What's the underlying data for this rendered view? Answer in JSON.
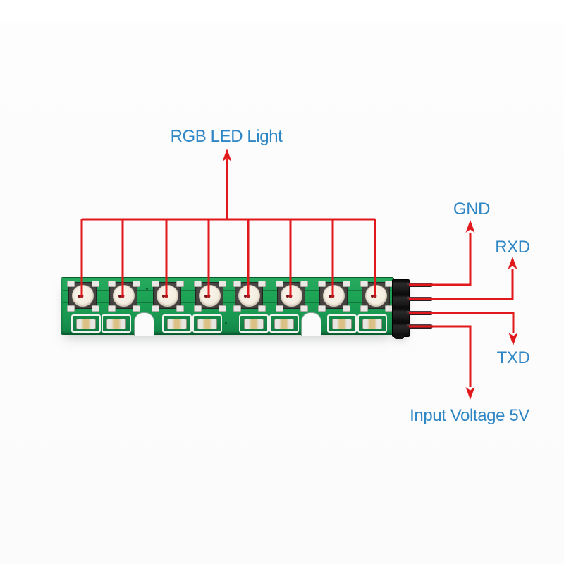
{
  "title": "RGB LED strip module wiring diagram",
  "colors": {
    "annotation_red": "#e2191c",
    "label_blue": "#2e86c5",
    "pcb_green": "#1ca354"
  },
  "labels": {
    "top": "RGB LED Light",
    "gnd": "GND",
    "rxd": "RXD",
    "txd": "TXD",
    "input_voltage": "Input Voltage 5V"
  },
  "board": {
    "led_count": 8,
    "capacitor_count": 8,
    "pin_count": 4,
    "notch_count": 2
  }
}
